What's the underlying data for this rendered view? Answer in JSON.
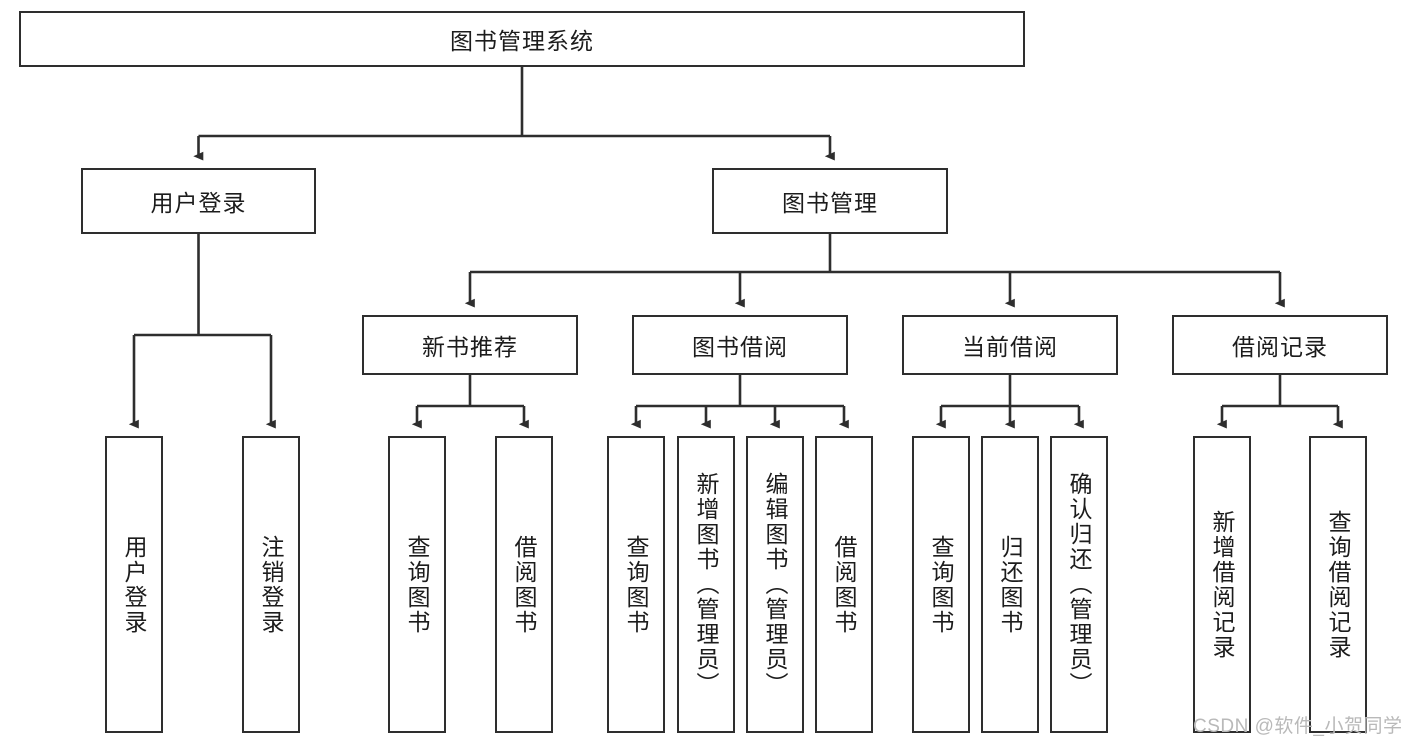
{
  "diagram": {
    "title_node": {
      "label": "图书管理系统"
    },
    "level2": [
      {
        "id": "user-login",
        "label": "用户登录"
      },
      {
        "id": "book-manage",
        "label": "图书管理"
      }
    ],
    "level3": [
      {
        "id": "new-book-recommend",
        "label": "新书推荐"
      },
      {
        "id": "book-borrow",
        "label": "图书借阅"
      },
      {
        "id": "current-borrow",
        "label": "当前借阅"
      },
      {
        "id": "borrow-record",
        "label": "借阅记录"
      }
    ],
    "leaves": [
      {
        "id": "leaf-user-login",
        "label": "用户登录"
      },
      {
        "id": "leaf-logout-login",
        "label": "注销登录"
      },
      {
        "id": "leaf-query-book-1",
        "label": "查询图书"
      },
      {
        "id": "leaf-borrow-book-1",
        "label": "借阅图书"
      },
      {
        "id": "leaf-query-book-2",
        "label": "查询图书"
      },
      {
        "id": "leaf-add-book-admin",
        "label": "新增图书（管理员）"
      },
      {
        "id": "leaf-edit-book-admin",
        "label": "编辑图书（管理员）"
      },
      {
        "id": "leaf-borrow-book-2",
        "label": "借阅图书"
      },
      {
        "id": "leaf-query-book-3",
        "label": "查询图书"
      },
      {
        "id": "leaf-return-book",
        "label": "归还图书"
      },
      {
        "id": "leaf-confirm-return-admin",
        "label": "确认归还（管理员）"
      },
      {
        "id": "leaf-add-borrow-record",
        "label": "新增借阅记录"
      },
      {
        "id": "leaf-query-borrow-record",
        "label": "查询借阅记录"
      }
    ],
    "colors": {
      "stroke": "#2e2e2e",
      "text": "#1c1c1c",
      "background": "#ffffff",
      "watermark": "#b9b9b9"
    }
  },
  "watermark": {
    "text": "CSDN @软件_小贺同学"
  }
}
